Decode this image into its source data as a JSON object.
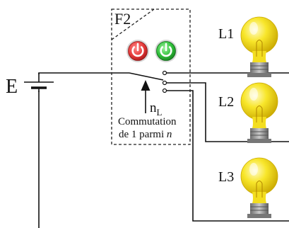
{
  "source": {
    "label": "E"
  },
  "module": {
    "label": "F2",
    "input_label": {
      "main": "n",
      "subscript": "L"
    },
    "caption_line1": "Commutation",
    "caption_line2_prefix": "de 1 parmi ",
    "caption_line2_var": "n",
    "buttons": [
      {
        "name": "off",
        "color": "#e53a3a"
      },
      {
        "name": "on",
        "color": "#2fbf3a"
      }
    ]
  },
  "lamps": [
    {
      "label": "L1"
    },
    {
      "label": "L2"
    },
    {
      "label": "L3"
    }
  ],
  "colors": {
    "wire": "#111111",
    "bulb": "#f6e21c",
    "base": "#8a8a8a"
  }
}
